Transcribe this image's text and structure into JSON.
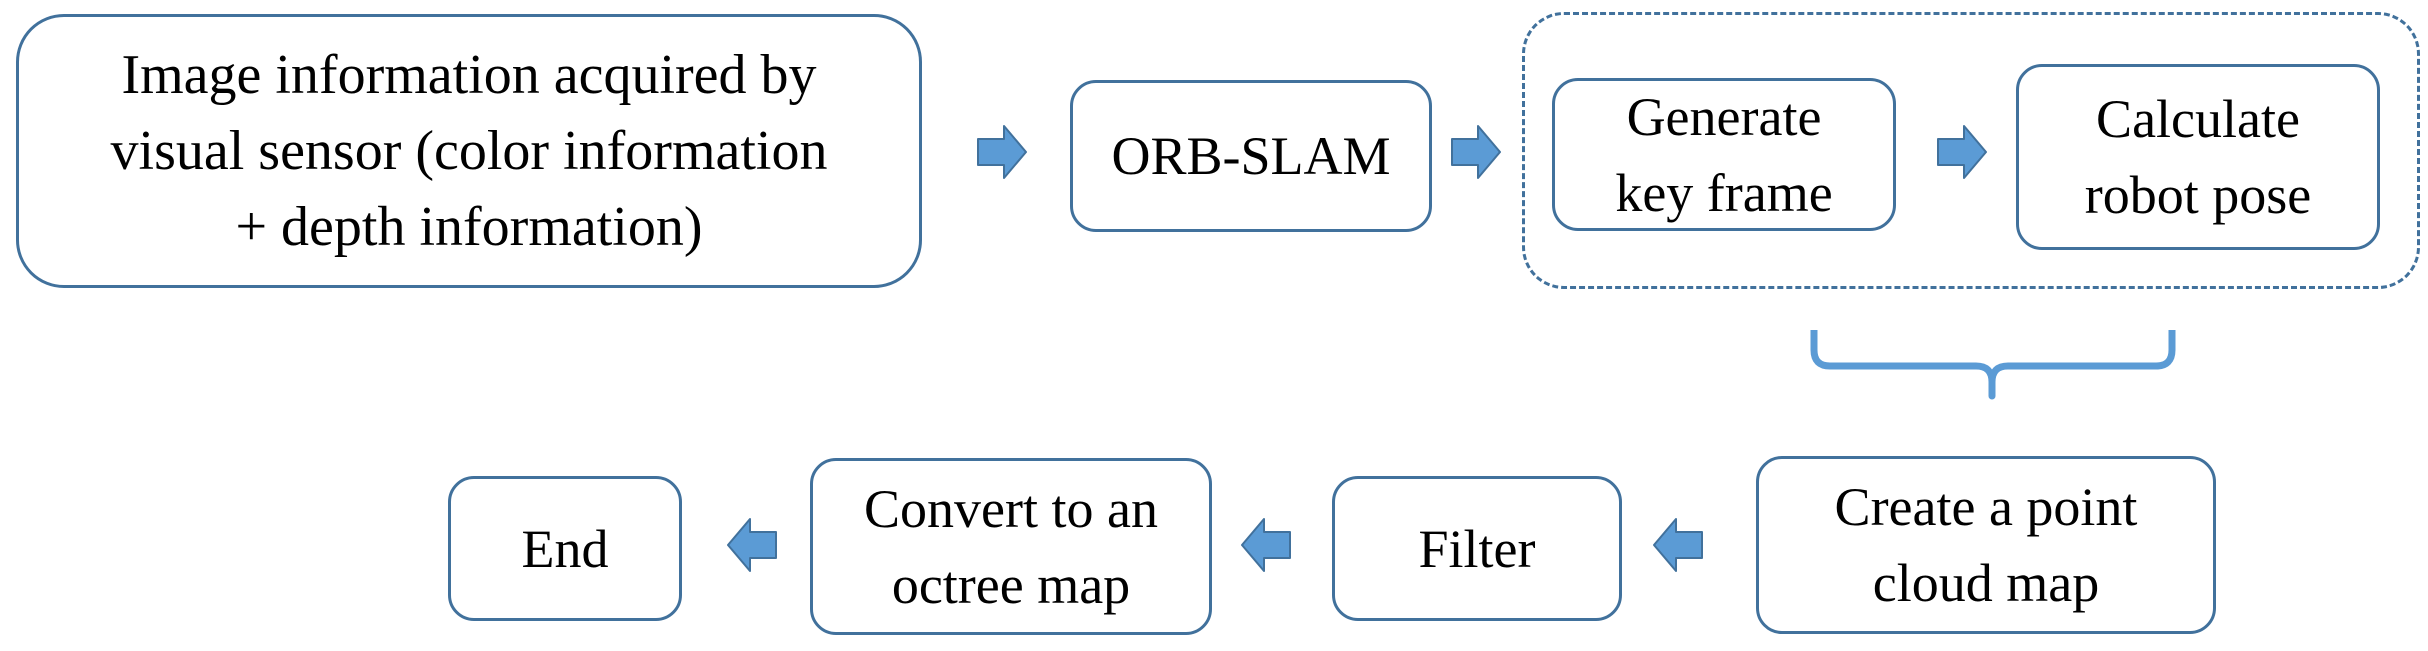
{
  "colors": {
    "box_border": "#41719c",
    "arrow_fill": "#5b9bd5",
    "arrow_stroke": "#41719c",
    "brace": "#5b9bd5",
    "text": "#000000",
    "background": "#ffffff"
  },
  "nodes": {
    "image_information": "Image information acquired by\nvisual sensor (color information\n+ depth information)",
    "orb_slam": "ORB-SLAM",
    "generate_key_frame": "Generate\nkey frame",
    "calculate_robot_pose": "Calculate\nrobot pose",
    "create_point_cloud_map": "Create a point\ncloud map",
    "filter": "Filter",
    "convert_octree_map": "Convert to an\noctree map",
    "end": "End"
  },
  "icons": {
    "arrow": "block-arrow-icon",
    "brace": "curly-brace-icon"
  }
}
